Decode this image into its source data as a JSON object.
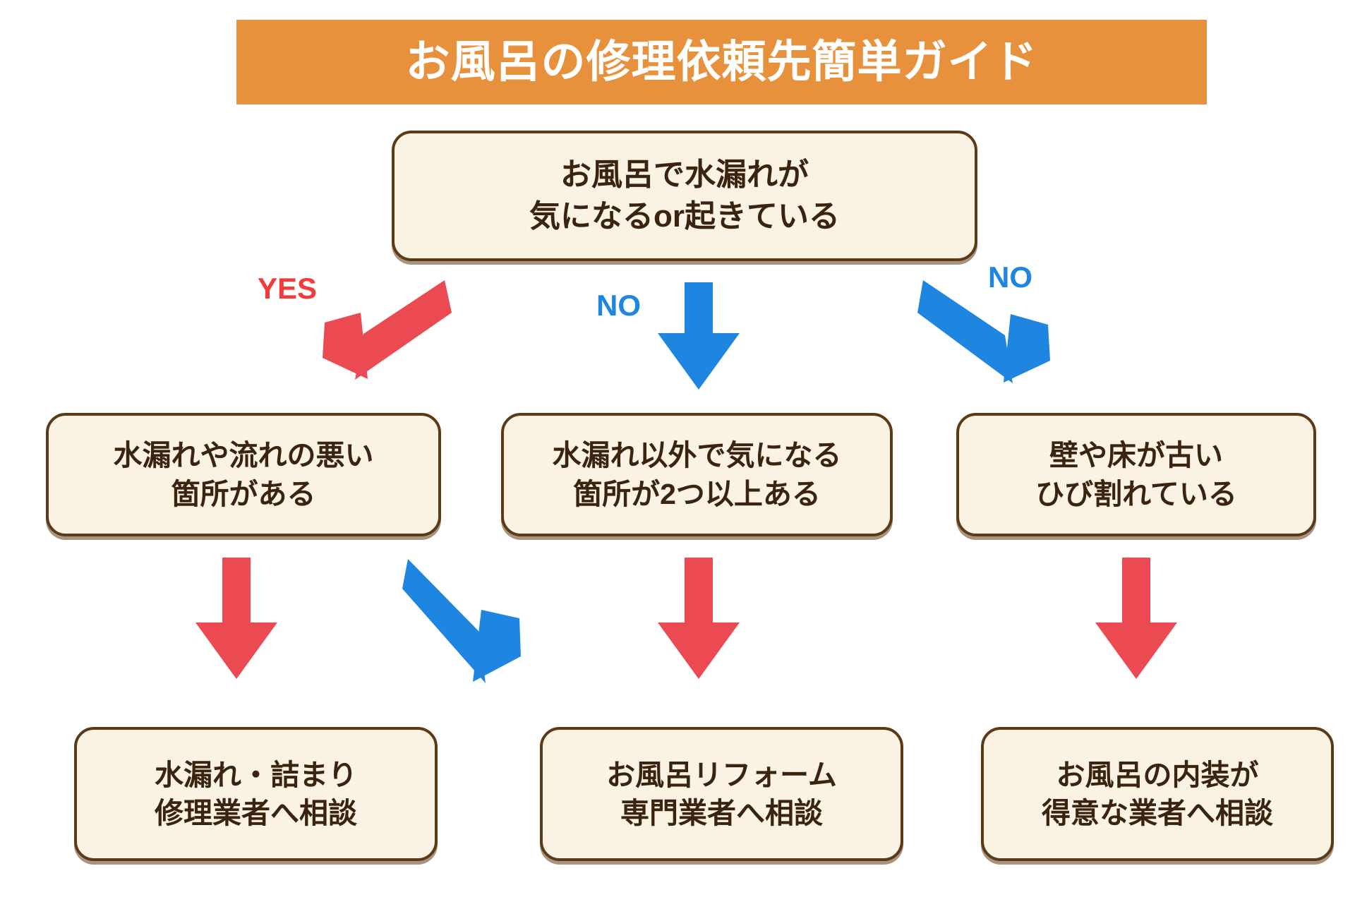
{
  "header": {
    "title": "お風呂の修理依頼先簡単ガイド",
    "banner_color": "#E8913D",
    "title_color": "#FFFFFF"
  },
  "palette": {
    "box_fill": "#FAF2E2",
    "box_border": "#5C3A17",
    "box_text": "#3A2410",
    "yes_red": "#EB4A53",
    "no_blue": "#1E86E0",
    "yes_label_red": "#F23B3B"
  },
  "flow": {
    "start": {
      "id": "node-top",
      "line1": "お風呂で水漏れが",
      "line2": "気になるor起きている"
    },
    "branch_labels": {
      "yes": "YES",
      "no_center": "NO",
      "no_right": "NO"
    },
    "conditions": [
      {
        "id": "node-mid-left",
        "line1": "水漏れや流れの悪い",
        "line2": "箇所がある"
      },
      {
        "id": "node-mid-center",
        "line1": "水漏れ以外で気になる",
        "line2": "箇所が2つ以上ある"
      },
      {
        "id": "node-mid-right",
        "line1": "壁や床が古い",
        "line2": "ひび割れている"
      }
    ],
    "results": [
      {
        "id": "node-bot-left",
        "line1": "水漏れ・詰まり",
        "line2": "修理業者へ相談"
      },
      {
        "id": "node-bot-center",
        "line1": "お風呂リフォーム",
        "line2": "専門業者へ相談"
      },
      {
        "id": "node-bot-right",
        "line1": "お風呂の内装が",
        "line2": "得意な業者へ相談"
      }
    ],
    "arrows": [
      {
        "name": "arrow-yes-diagonal-red",
        "color": "#EB4A53",
        "direction": "down-left"
      },
      {
        "name": "arrow-no-down-blue",
        "color": "#1E86E0",
        "direction": "down"
      },
      {
        "name": "arrow-no-diagonal-blue",
        "color": "#1E86E0",
        "direction": "down-right"
      },
      {
        "name": "arrow-left-down-red",
        "color": "#EB4A53",
        "direction": "down"
      },
      {
        "name": "arrow-left-diagonal-blue",
        "color": "#1E86E0",
        "direction": "down-right"
      },
      {
        "name": "arrow-center-down-red",
        "color": "#EB4A53",
        "direction": "down"
      },
      {
        "name": "arrow-right-down-red",
        "color": "#EB4A53",
        "direction": "down"
      }
    ]
  }
}
